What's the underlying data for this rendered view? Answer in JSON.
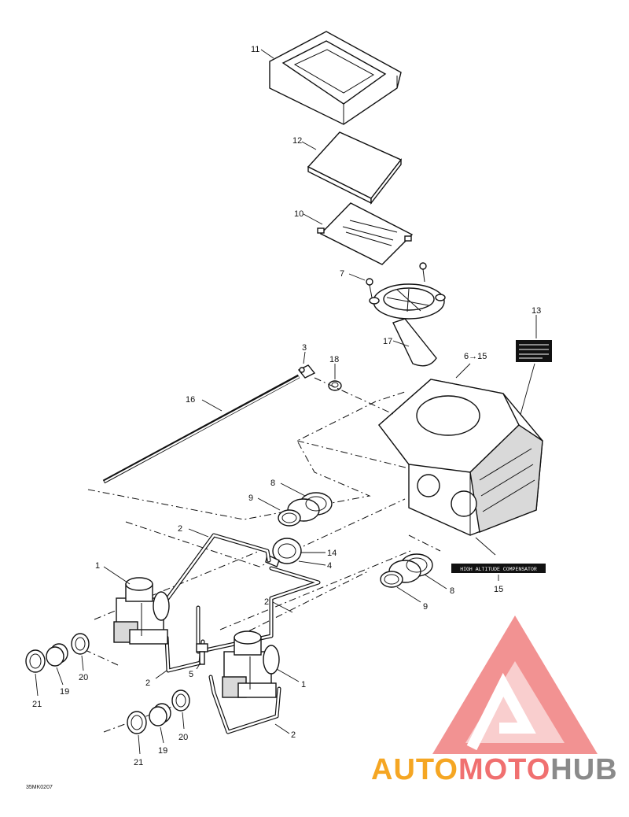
{
  "diagram_code": "35MK0207",
  "decal_13_text": "",
  "decal_15_text": "HIGH ALTITUDE COMPENSATOR",
  "watermark": {
    "left": "AUTO",
    "middle": "MOTO",
    "right": "HUB",
    "colors": {
      "red": "#f07070",
      "orange": "#f5a623",
      "gray": "#8a8a8a",
      "triangle": "#f08080"
    }
  },
  "callouts": {
    "c11": "11",
    "c12": "12",
    "c10": "10",
    "c7": "7",
    "c17": "17",
    "c13": "13",
    "c6_15": "6→15",
    "c3": "3",
    "c18": "18",
    "c16": "16",
    "c8a": "8",
    "c9a": "9",
    "c2a": "2",
    "c14": "14",
    "c4": "4",
    "c1a": "1",
    "c2b": "2",
    "c5": "5",
    "c2c": "2",
    "c1b": "1",
    "c2d": "2",
    "c8b": "8",
    "c9b": "9",
    "c15": "15",
    "c21a": "21",
    "c19a": "19",
    "c20a": "20",
    "c21b": "21",
    "c19b": "19",
    "c20b": "20"
  }
}
